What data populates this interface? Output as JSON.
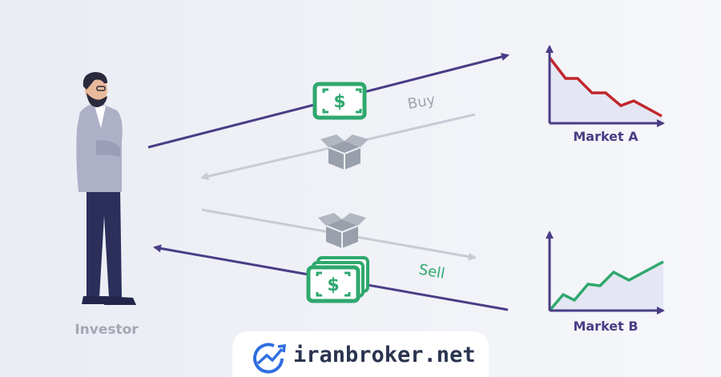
{
  "labels": {
    "investor": "Investor",
    "buy": "Buy",
    "sell": "Sell"
  },
  "markets": [
    {
      "name": "Market A",
      "trend": "down"
    },
    {
      "name": "Market B",
      "trend": "up"
    }
  ],
  "brand": {
    "text": "iranbroker.net"
  },
  "icons": {
    "banknote": "dollar-bill-icon",
    "banknote_stack": "dollar-bills-stack-icon",
    "box": "package-box-icon",
    "logo": "growth-chart-logo-icon"
  },
  "colors": {
    "background": "#eef1f6",
    "arrow_purple": "#4a3d86",
    "arrow_gray": "#c7cbd4",
    "money_green": "#2fa86e",
    "line_down": "#c0272d",
    "line_up": "#2fa86e",
    "box_gray": "#9aa0ab",
    "brand_blue": "#2f6ee0"
  }
}
